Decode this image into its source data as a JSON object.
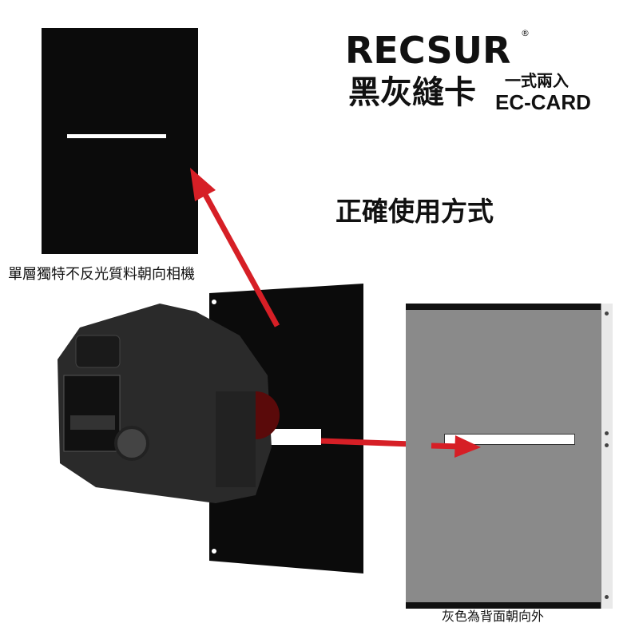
{
  "brand": {
    "logo": "RECSUR",
    "registered": "®",
    "product": "黑灰縫卡",
    "set_note": "一式兩入",
    "product_en": "EC-CARD"
  },
  "title": "正確使用方式",
  "captions": {
    "black_side": "單層獨特不反光質料朝向相機",
    "gray_side": "灰色為背面朝向外"
  },
  "colors": {
    "arrow": "#d61f26",
    "card_black": "#0b0b0b",
    "card_gray": "#8a8a8a"
  }
}
